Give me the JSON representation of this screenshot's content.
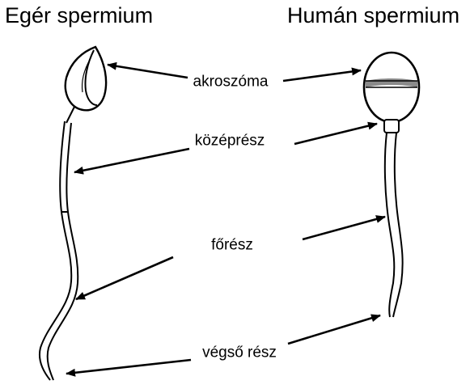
{
  "titles": {
    "left": "Egér spermium",
    "right": "Humán spermium"
  },
  "labels": {
    "acrosome": "akroszóma",
    "midpiece": "középrész",
    "principal_piece": "főrész",
    "end_piece": "végső rész"
  },
  "colors": {
    "ink": "#000000",
    "background": "#ffffff",
    "acrosome_band": "#8a8a8a"
  }
}
